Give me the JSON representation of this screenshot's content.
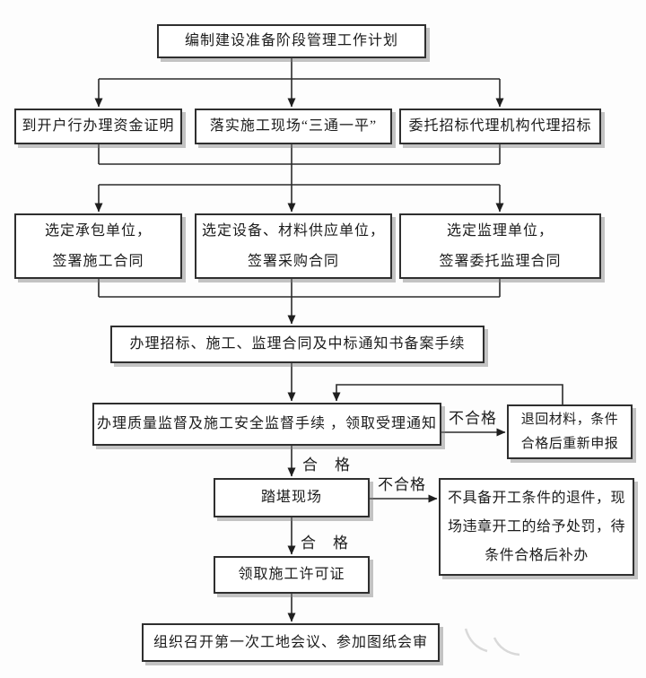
{
  "diagram": {
    "nodes": {
      "plan": {
        "text": "编制建设准备阶段管理工作计划"
      },
      "fund": {
        "text": "到开户行办理资金证明"
      },
      "site": {
        "text": "落实施工现场“三通一平”"
      },
      "tender": {
        "text": "委托招标代理机构代理招标"
      },
      "contractor": {
        "lines": [
          "选定承包单位，",
          "签署施工合同"
        ]
      },
      "supplier": {
        "lines": [
          "选定设备、材料供应单位，",
          "签署采购合同"
        ]
      },
      "supervisor": {
        "lines": [
          "选定监理单位，",
          "签署委托监理合同"
        ]
      },
      "filing": {
        "text": "办理招标、施工、监理合同及中标通知书备案手续"
      },
      "quality": {
        "text": "办理质量监督及施工安全监督手续 ，领取受理通知"
      },
      "return_material": {
        "lines": [
          "退回材料，条件",
          "合格后重新申报"
        ]
      },
      "survey": {
        "text": "踏堪现场"
      },
      "penalty": {
        "lines": [
          "不具备开工条件的退件，现",
          "场违章开工的给予处罚，待",
          "条件合格后补办"
        ]
      },
      "permit": {
        "text": "领取施工许可证"
      },
      "meeting": {
        "text": "组织召开第一次工地会议、参加图纸会审"
      }
    },
    "labels": {
      "pass_1": "合　格",
      "fail_1": "不合格",
      "pass_2": "合　格",
      "fail_2": "不合格"
    },
    "colors": {
      "line": "#2b2b2b",
      "box_border": "#2f2f2f",
      "box_background": "#ffffff",
      "shadow": "#7d7d7d",
      "text": "#1c1c1c",
      "page_background": "#fdfdfd"
    }
  }
}
